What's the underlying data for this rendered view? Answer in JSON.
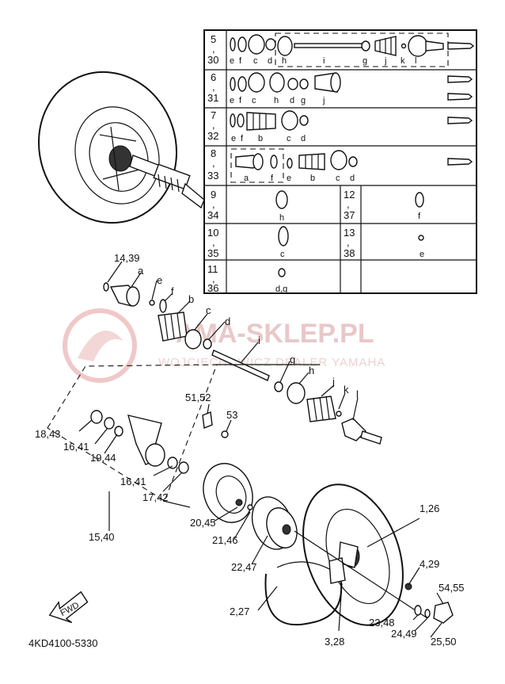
{
  "diagram": {
    "doc_code": "4KD4100-5330",
    "fwd_label": "FWD",
    "watermark": {
      "main": "AMA-SKLEP.PL",
      "sub": "WOJCIECHOWICZ DEALER YAMAHA"
    },
    "kit_table": {
      "rows": [
        {
          "num": [
            "5",
            ",",
            "30"
          ],
          "letters": [
            "e",
            "f",
            "c",
            "d",
            "h",
            "i",
            "g",
            "j",
            "k",
            "l"
          ]
        },
        {
          "num": [
            "6",
            ",",
            "31"
          ],
          "letters": [
            "e",
            "f",
            "c",
            "h",
            "d",
            "g",
            "j"
          ]
        },
        {
          "num": [
            "7",
            ",",
            "32"
          ],
          "letters": [
            "e",
            "f",
            "b",
            "c",
            "d"
          ]
        },
        {
          "num": [
            "8",
            ",",
            "33"
          ],
          "letters": [
            "a",
            "f",
            "e",
            "b",
            "c",
            "d"
          ]
        }
      ],
      "lower_left": [
        {
          "num": [
            "9",
            ",",
            "34"
          ],
          "letters": [
            "h"
          ]
        },
        {
          "num": [
            "10",
            ",",
            "35"
          ],
          "letters": [
            "c"
          ]
        },
        {
          "num": [
            "11",
            ",",
            "36"
          ],
          "letters": [
            "d,g"
          ]
        }
      ],
      "lower_right": [
        {
          "num": [
            "12",
            ",",
            "37"
          ],
          "letters": [
            "f"
          ]
        },
        {
          "num": [
            "13",
            ",",
            "38"
          ],
          "letters": [
            "e"
          ]
        }
      ]
    },
    "callouts": {
      "c14_39": "14,39",
      "a": "a",
      "e": "e",
      "f": "f",
      "b": "b",
      "c": "c",
      "d": "d",
      "i": "i",
      "g": "g",
      "h": "h",
      "j": "j",
      "k": "k",
      "l": "l",
      "c51_52": "51,52",
      "c53": "53",
      "c18_43": "18,43",
      "c16_41_a": "16,41",
      "c19_44": "19,44",
      "c16_41_b": "16,41",
      "c17_42": "17,42",
      "c15_40": "15,40",
      "c20_45": "20,45",
      "c21_46": "21,46",
      "c22_47": "22,47",
      "c1_26": "1,26",
      "c4_29": "4,29",
      "c54_55": "54,55",
      "c2_27": "2,27",
      "c23_48": "23,48",
      "c24_49": "24,49",
      "c25_50": "25,50",
      "c3_28": "3,28"
    }
  }
}
